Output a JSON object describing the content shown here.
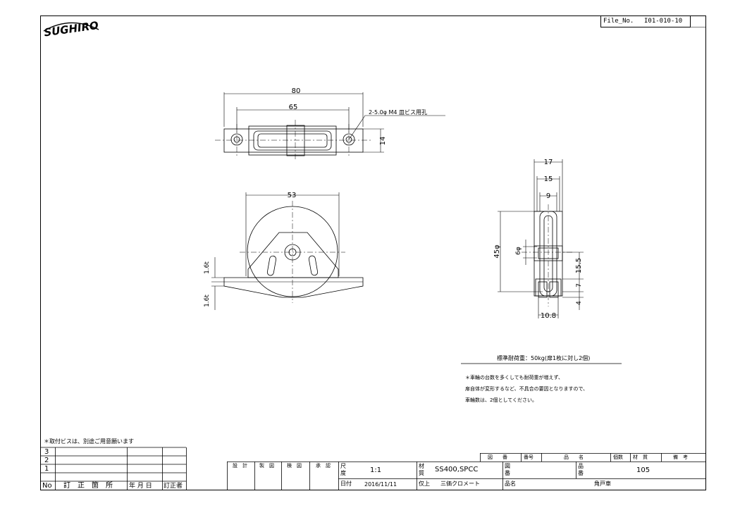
{
  "header": {
    "logo_text": "SUGHIRO",
    "file_no_label": "File_No.",
    "file_no_value": "I01-010-10"
  },
  "dimensions": {
    "top_width_80": "80",
    "top_width_65": "65",
    "hole_note": "2-5.0φ M4 皿ビス用孔",
    "top_height_14": "14",
    "front_width_53": "53",
    "thick_upper": "1.6t",
    "thick_lower": "1.6t",
    "side_17": "17",
    "side_15": "15",
    "side_9": "9",
    "wheel_diameter": "45φ",
    "axle_diameter": "6φ",
    "side_15_5": "15.5",
    "side_7": "7",
    "side_4": "4",
    "side_10_8": "10.8"
  },
  "notes": {
    "load_rating": "標準耐荷重：50kg(扉1枚に対し2個)",
    "note_line1": "＊車輪の台数を多くしても耐荷重が増えず、",
    "note_line2": "扉自体が変形するなど、不具合の要因となりますので、",
    "note_line3": "車輪数は、2個としてください。",
    "screw_note": "＊取付ビスは、別途ご用意願います"
  },
  "revision_table": {
    "rows": [
      "3",
      "2",
      "1"
    ],
    "headers": {
      "no": "No",
      "content": "訂　正　箇　所",
      "date": "年 月 日",
      "by": "訂正者"
    }
  },
  "title_block": {
    "sign_labels": [
      "設　計",
      "製　図",
      "検　図",
      "承　認"
    ],
    "scale_label_top": "尺",
    "scale_label_bottom": "度",
    "scale_value": "1:1",
    "date_label": "日付",
    "date_value": "2016/11/11",
    "material_label_top": "材",
    "material_label_bottom": "質",
    "material_value": "SS400,SPCC",
    "finish_label": "仅上",
    "finish_value": "三価クロメート",
    "drawing_no_label_top": "図",
    "drawing_no_label_bottom": "番",
    "product_name_label": "品名",
    "product_no_label_top": "品",
    "product_no_label_bottom": "番",
    "product_no_value": "105",
    "product_name_value": "角戸車"
  },
  "parts_header": {
    "drawing_no": "図　　番",
    "number": "番号",
    "name": "品　　名",
    "quantity": "個数",
    "material": "材　質",
    "remarks": "備　考"
  }
}
